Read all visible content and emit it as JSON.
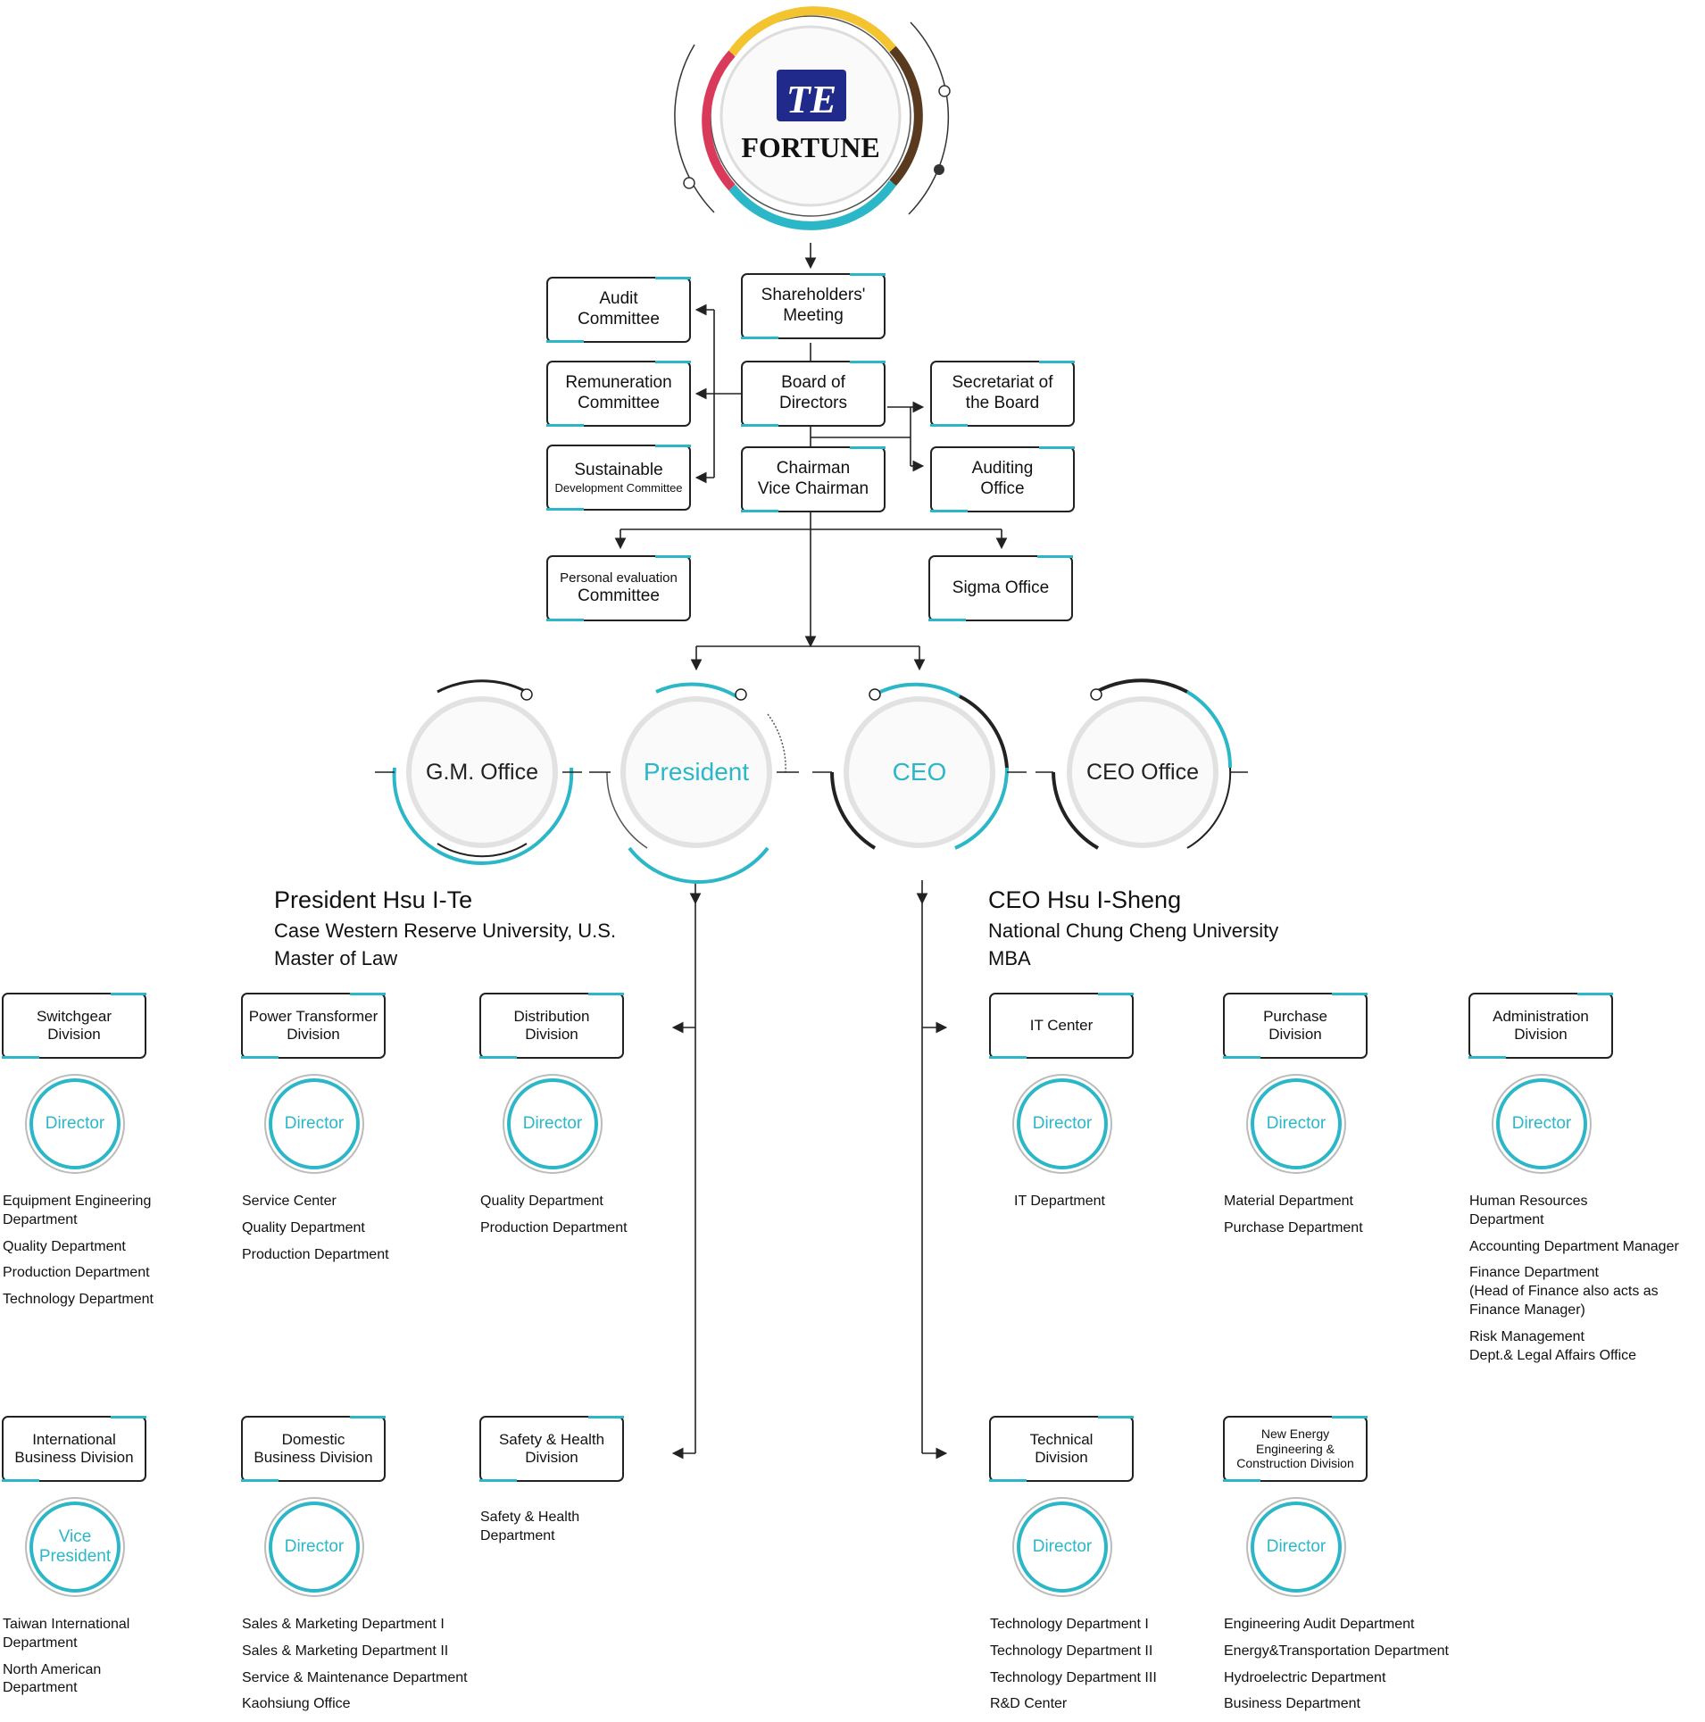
{
  "logo": {
    "brand": "FORTUNE",
    "mark": "TE",
    "colors": {
      "navy": "#1f2a8a",
      "teal": "#2bb7c8",
      "yellow": "#f4c430",
      "brown": "#5a3a1e",
      "pink": "#d93a5a"
    }
  },
  "governance": {
    "shareholders": "Shareholders'\nMeeting",
    "board": "Board of\nDirectors",
    "chairman": "Chairman\nVice Chairman",
    "audit_committee": "Audit\nCommittee",
    "remuneration_committee": "Remuneration\nCommittee",
    "sustainable_title": "Sustainable",
    "sustainable_sub": "Development Committee",
    "secretariat": "Secretariat of\nthe Board",
    "auditing_office": "Auditing\nOffice",
    "personal_eval_title": "Personal evaluation",
    "personal_eval_sub": "Committee",
    "sigma_office": "Sigma Office"
  },
  "executives": {
    "gm_office": "G.M. Office",
    "president": "President",
    "ceo": "CEO",
    "ceo_office": "CEO Office"
  },
  "president_info": {
    "name": "President Hsu I-Te",
    "school": "Case Western Reserve University, U.S.",
    "degree": "Master of Law"
  },
  "ceo_info": {
    "name": "CEO Hsu I-Sheng",
    "school": "National Chung Cheng University",
    "degree": "MBA"
  },
  "divisions": [
    {
      "name": "Switchgear\nDivision",
      "head": "Director",
      "depts": [
        "Equipment Engineering\nDepartment",
        "Quality Department",
        "Production Department",
        "Technology Department"
      ]
    },
    {
      "name": "Power Transformer\nDivision",
      "head": "Director",
      "depts": [
        "Service Center",
        "Quality Department",
        "Production Department"
      ]
    },
    {
      "name": "Distribution\nDivision",
      "head": "Director",
      "depts": [
        "Quality Department",
        "Production Department"
      ]
    },
    {
      "name": "IT Center",
      "head": "Director",
      "depts": [
        "IT Department"
      ]
    },
    {
      "name": "Purchase\nDivision",
      "head": "Director",
      "depts": [
        "Material Department",
        "Purchase Department"
      ]
    },
    {
      "name": "Administration\nDivision",
      "head": "Director",
      "depts": [
        "Human Resources\nDepartment",
        "Accounting Department Manager",
        "Finance Department\n(Head of Finance also acts as\nFinance Manager)",
        "Risk Management\nDept.& Legal Affairs Office"
      ]
    },
    {
      "name": "International\nBusiness Division",
      "head": "Vice\nPresident",
      "depts": [
        "Taiwan International\nDepartment",
        "North American\nDepartment"
      ]
    },
    {
      "name": "Domestic\nBusiness Division",
      "head": "Director",
      "depts": [
        "Sales & Marketing Department I",
        "Sales & Marketing Department II",
        "Service & Maintenance Department",
        "Kaohsiung Office"
      ]
    },
    {
      "name": "Safety & Health\nDivision",
      "head": "",
      "depts": [
        "Safety & Health\nDepartment"
      ]
    },
    {
      "name": "Technical\nDivision",
      "head": "Director",
      "depts": [
        "Technology Department I",
        "Technology Department II",
        "Technology Department III",
        "R&D Center"
      ]
    },
    {
      "name": "New Energy\nEngineering &\nConstruction Division",
      "head": "Director",
      "depts": [
        "Engineering Audit Department",
        "Energy&Transportation Department",
        "Hydroelectric Department",
        "Business Department"
      ]
    }
  ]
}
